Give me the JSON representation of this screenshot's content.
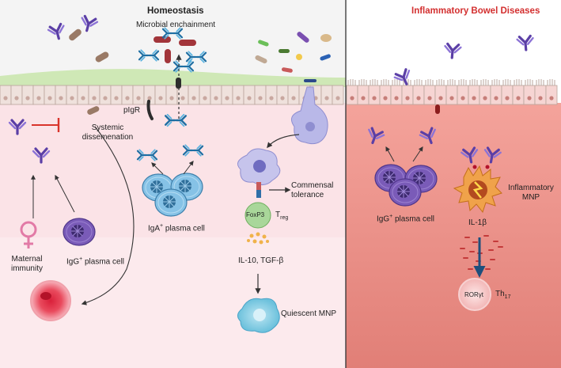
{
  "panels": {
    "homeostasis_title": "Homeostasis",
    "ibd_title": "Inflammatory Bowel Diseases"
  },
  "labels": {
    "microbial_enchainment": "Microbial enchainment",
    "pigr": "pIgR",
    "systemic_line1": "Systemic",
    "systemic_line2": "dissemenation",
    "iga_plasma": "IgA",
    "iga_sup": "+",
    "plasma_cell_suffix": " plasma cell",
    "igg_plasma_left": "IgG",
    "igg_plasma_right": "IgG",
    "igg_sup": "+",
    "maternal_line1": "Maternal",
    "maternal_line2": "immunity",
    "commensal_line1": "Commensal",
    "commensal_line2": "tolerance",
    "foxp3": "FoxP3",
    "treg_main": "T",
    "treg_sub": "reg",
    "cytokines_left": "IL-10, TGF-β",
    "quiescent_mnp": "Quiescent MNP",
    "inflammatory_mnp_line1": "Inflammatory",
    "inflammatory_mnp_line2": "MNP",
    "il1b": "IL-1β",
    "roryt": "RORγt",
    "th17_main": "Th",
    "th17_sub": "17"
  },
  "colors": {
    "ibd_title": "#d32f2f",
    "lumen_left": "#f3f3f3",
    "tissue_left": "#fbe4e8",
    "tissue_right": "#ec8d86",
    "antibody": "#6a4fb3",
    "iga": "#2b8fc4"
  },
  "icons": [
    "antibody-icon",
    "bacterium-icon",
    "dendritic-cell-icon",
    "plasma-cell-icon",
    "female-symbol-icon",
    "red-cell-icon",
    "treg-cell-icon",
    "inflammatory-mnp-icon",
    "th17-cell-icon"
  ]
}
